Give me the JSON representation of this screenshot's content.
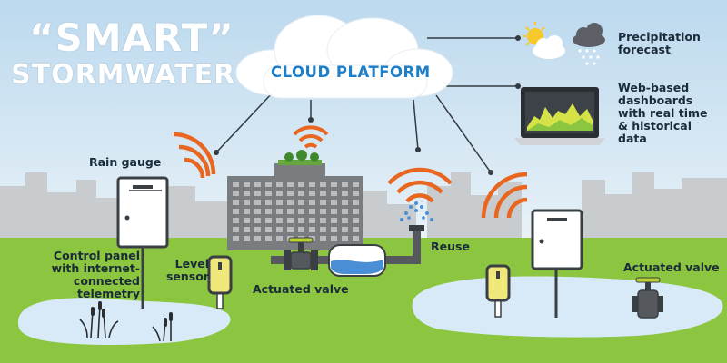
{
  "title": {
    "line1": "“SMART”",
    "line2": "STORMWATER"
  },
  "cloud": {
    "label": "CLOUD PLATFORM"
  },
  "labels": {
    "precipitation": "Precipitation forecast",
    "dashboards": "Web-based dashboards with real time & historical data",
    "rain_gauge": "Rain gauge",
    "control_panel": "Control panel with internet-connected telemetry",
    "level_sensor": "Level sensor",
    "actuated_valve_left": "Actuated valve",
    "reuse": "Reuse",
    "actuated_valve_right": "Actuated valve"
  },
  "colors": {
    "signal": "#e8661f",
    "ground": "#8cc53f",
    "water": "#d8eaf8",
    "building": "#7a7d80",
    "city_silhouette": "#c9ccce",
    "sensor": "#f0e77a",
    "cloud_text": "#1e7ec8"
  },
  "icons": [
    "sun-cloud-icon",
    "rain-cloud-icon",
    "laptop-dashboard-icon",
    "cattail-icon",
    "valve-icon",
    "tank-icon",
    "sprinkler-icon",
    "wifi-signal-icon"
  ]
}
